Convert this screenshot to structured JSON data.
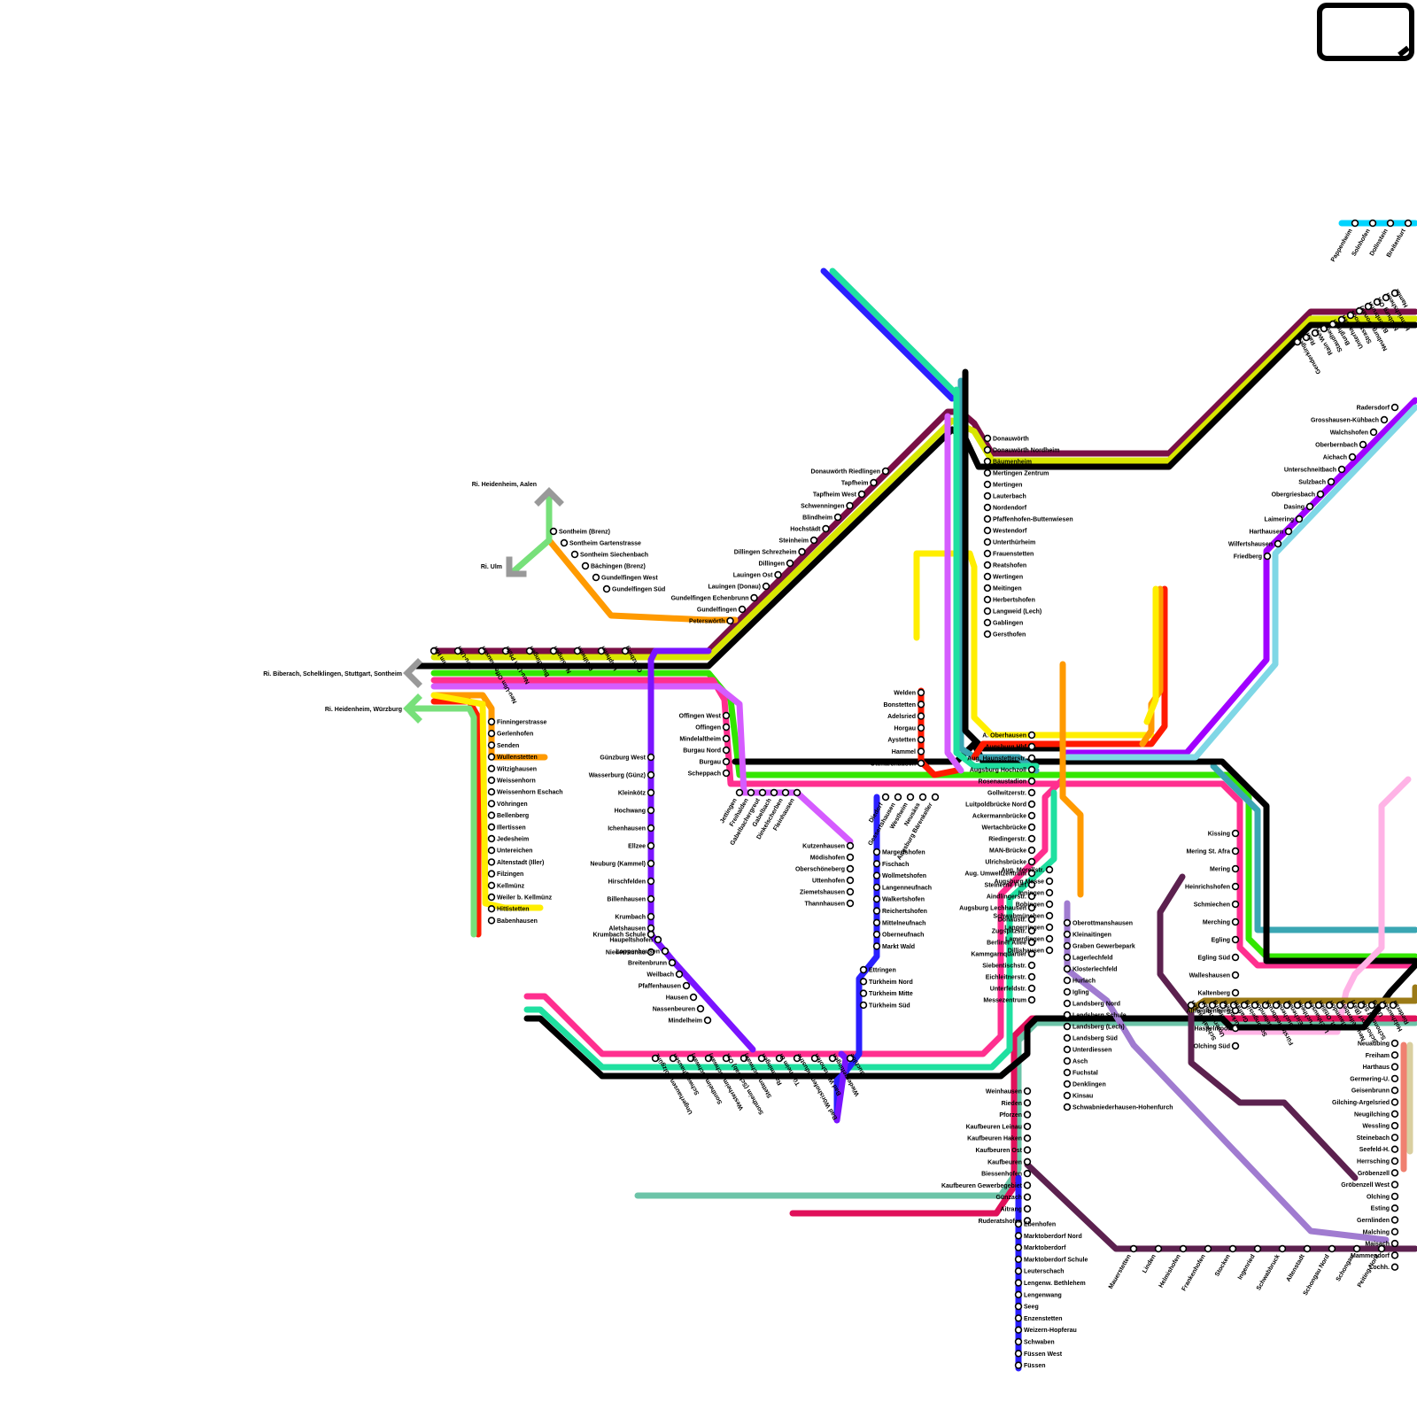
{
  "colors": {
    "black": "#000000",
    "maroon": "#7a0f45",
    "lime_yellow": "#d8e600",
    "green": "#33e600",
    "magenta": "#ff2f8f",
    "violet": "#7a14ff",
    "pink_violet": "#d55cff",
    "teal": "#3aa6b3",
    "mint": "#1fe0a0",
    "orange": "#ff9a00",
    "red": "#ff1a00",
    "yellow": "#ffee00",
    "purple": "#a000ff",
    "grey": "#999999",
    "light_green": "#77e07a",
    "light_blue": "#7fd7e6",
    "brown": "#9b7a17",
    "cyan": "#00d4ff",
    "plum": "#5c214f",
    "lavender": "#a07bd0",
    "light_pink": "#ffb3e6",
    "seafoam": "#6cc4a8",
    "crimson": "#e0105a",
    "blue": "#2a1fff",
    "salmon": "#f08070",
    "khaki": "#d9cfa0"
  },
  "arrows": [
    {
      "label": "Ri. Biberach, Schelklingen, Stuttgart, Sontheim",
      "color": "grey"
    },
    {
      "label": "Ri. Heidenheim, Würzburg",
      "color": "light_green"
    },
    {
      "label": "Ri. Heidenheim, Aalen",
      "color": "grey"
    },
    {
      "label": "Ri. Ulm",
      "color": "grey"
    }
  ],
  "stations": {
    "ulm_region": [
      "Ulm Hbf",
      "Neu-Ulm",
      "Neu-Ulm Offenhausen",
      "Neu-Ulm Pfuhl",
      "Burlafingen",
      "Nersingen",
      "Fahlheim",
      "Leipheim",
      "Günzburg"
    ],
    "iller_valley": [
      "Finningerstrasse",
      "Gerlenhofen",
      "Senden",
      "Wullenstetten",
      "Witzighausen",
      "Weissenhorn",
      "Weissenhorn Eschach",
      "Vöhringen",
      "Bellenberg",
      "Illertissen",
      "Jedesheim",
      "Untereichen",
      "Altenstadt (Iller)",
      "Filzingen",
      "Kellmünz",
      "Weiler b. Kellmünz",
      "Hittistetten",
      "Babenhausen"
    ],
    "brenz_valley": [
      "Sontheim (Brenz)",
      "Sontheim Gartenstrasse",
      "Sontheim Siechenbach",
      "Bächingen (Brenz)",
      "Gundelfingen West",
      "Gundelfingen Süd"
    ],
    "donau_line": [
      "Donauwörth Riedlingen",
      "Tapfheim",
      "Tapfheim West",
      "Schwenningen",
      "Blindheim",
      "Hochstädt",
      "Steinheim",
      "Dillingen Schrezheim",
      "Dillingen",
      "Lauingen Ost",
      "Lauingen (Donau)",
      "Gundelfingen Echenbrunn",
      "Gundelfingen",
      "Peterswörth"
    ],
    "mindel_valley": [
      "Offingen West",
      "Offingen",
      "Mindelaltheim",
      "Burgau Nord",
      "Burgau",
      "Scheppach",
      "Jettingen",
      "Freihalden",
      "Gabelbachergreut",
      "Gabelbach",
      "Dinkelscherben",
      "Fleinhausen",
      "Kutzenhausen",
      "Mödishofen",
      "Oberschöneberg",
      "Uttenhofen",
      "Ziemetshausen",
      "Thannhausen"
    ],
    "guenz_valley": [
      "Günzburg West",
      "Wasserburg (Günz)",
      "Kleinkötz",
      "Hochwang",
      "Ichenhausen",
      "Ellzee",
      "Neuburg (Kammel)",
      "Hirschfelden",
      "Billenhausen",
      "Krumbach",
      "Krumbach Schule",
      "Niederraunau",
      "Aletshausen",
      "Haupeltshofen",
      "Loppenhausen",
      "Breitenbrunn",
      "Weilbach",
      "Pfaffenhausen",
      "Hausen",
      "Nassenbeuren",
      "Mindelheim"
    ],
    "unterallgaeu": [
      "Ungerhausen-Holzgünz",
      "Schwaighausen",
      "Sontheim (Schwab)",
      "Westerheim (Schwab)",
      "Sontheim (Schwab) Ost",
      "Stetten (Schwab)",
      "Rammingen",
      "Türkheim Bf",
      "Bad Wörishofen Industrie",
      "Bad Wörishofen",
      "Wiedergeltingen",
      "Buchloe"
    ],
    "staudenbahn": [
      "Margertshofen",
      "Fischach",
      "Wollmetshofen",
      "Langenneufnach",
      "Walkertshofen",
      "Reichertshofen",
      "Mittelneufnach",
      "Oberneufnach",
      "Markt Wald",
      "Ettringen",
      "Türkheim Nord",
      "Türkheim Mitte",
      "Türkheim Süd"
    ],
    "augsburg_west": [
      "Diedorf",
      "Gessertshausen",
      "Westheim",
      "Neusäss",
      "Augsburg Bärenkeller",
      "Aug. Morellstr.",
      "Augsburg Messe",
      "Inningen",
      "Bobingen",
      "Schwabmünchen",
      "Langerringen",
      "Lamerdingen",
      "Dillishausen"
    ],
    "lech_north": [
      "Donauwörth",
      "Donauwörth Nordheim",
      "Bäumenheim",
      "Mertingen Zentrum",
      "Mertingen",
      "Lauterbach",
      "Nordendorf",
      "Pfaffenhofen-Buttenwiesen",
      "Westendorf",
      "Unterthürheim",
      "Frauenstetten",
      "Reatshofen",
      "Wertingen",
      "Meitingen",
      "Herbertshofen",
      "Langweid (Lech)",
      "Gablingen",
      "Gersthofen"
    ],
    "zusam_valley": [
      "Welden",
      "Bonstetten",
      "Adelsried",
      "Horgau",
      "Aystetten",
      "Hammel",
      "Ottmarshausen"
    ],
    "augsburg_city": [
      "A. Oberhausen",
      "Augsburg Hbf",
      "Aug. Haunstetterstr.",
      "Augsburg Hochzoll",
      "Rosenaustadion",
      "Gollwitzerstr.",
      "Luitpoldbrücke Nord",
      "Ackermannbrücke",
      "Wertachbrücke",
      "Riedingerstr.",
      "MAN-Brücke",
      "Ulrichsbrücke",
      "Aug. Umweltzentrum",
      "Steinerne Furt",
      "Aindlingerstr.",
      "Augsburg Lechhausen",
      "Donaustr.",
      "Zugspitzstr.",
      "Berliner Allee",
      "Kammgarnquartier",
      "Siebentischstr.",
      "Eichleitnerstr.",
      "Unterfeldstr.",
      "Messezentrum"
    ],
    "lechfeld": [
      "Oberottmanshausen",
      "Kleinaitingen",
      "Graben Gewerbepark",
      "Lagerlechfeld",
      "Klosterlechfeld",
      "Hurlach",
      "Igling",
      "Landsberg Nord",
      "Landsberg Schule",
      "Landsberg (Lech)",
      "Landsberg Süd",
      "Unterdiessen",
      "Asch",
      "Fuchstal",
      "Denklingen",
      "Kinsau",
      "Schwabniederhausen-Hohenfurch"
    ],
    "paartal": [
      "Kissing",
      "Mering St. Afra",
      "Mering",
      "Heinrichshofen",
      "Schmiechen",
      "Merching",
      "Egling",
      "Egling Süd",
      "Walleshausen",
      "Kaltenberg",
      "Althegnenberg",
      "Haspelmoor",
      "Olching Süd"
    ],
    "ammersee": [
      "Schwabhausen",
      "Unterwindach",
      "Kaufering",
      "Türkenfeld",
      "Grafrath",
      "Schöngeising",
      "Geltendorf",
      "Fürstenfeldbruck",
      "Buchenau",
      "Eichenau",
      "Puchheim",
      "Lochhausen",
      "St. Ottilien",
      "Pflaumdorf",
      "Neugreifenberg",
      "Schondorf (Bay)",
      "Schondorf Süd",
      "Utting",
      "Holzhausen",
      "Riederau"
    ],
    "muenchen_west": [
      "Neuaubing",
      "Freiham",
      "Harthaus",
      "Germering-U.",
      "Geisenbrunn",
      "Gilching-Argelsried",
      "Neugilching",
      "Wessling",
      "Steinebach",
      "Seefeld-H.",
      "Herrsching",
      "Gröbenzell",
      "Gröbenzell West",
      "Olching",
      "Esting",
      "Gernlinden",
      "Malching",
      "Maisach",
      "Mammendorf",
      "Lochh."
    ],
    "paar_north": [
      "Radersdorf",
      "Grosshausen-Kühbach",
      "Walchshofen",
      "Oberbernbach",
      "Aichach",
      "Unterschneitbach",
      "Sulzbach",
      "Obergriesbach",
      "Dasing",
      "Laimering",
      "Harthausen",
      "Wilfertshausen",
      "Friedberg"
    ],
    "ingolstadt_line": [
      "Genderkingen",
      "Rain",
      "Rain West",
      "Staudheim",
      "Burgheim",
      "Unterhausen",
      "Strass-Moos",
      "Neuburg (Donau)",
      "Bittenbrunn",
      "Neuburg Ost",
      "Heinrichsheim",
      "Hamlar"
    ],
    "pappenheim": [
      "Pappenheim",
      "Solnhofen",
      "Dollnstein",
      "Breitenfurt"
    ],
    "kaufbeuren": [
      "Weinhausen",
      "Rieden",
      "Pforzen",
      "Kaufbeuren Leinau",
      "Kaufbeuren Haken",
      "Kaufbeuren Ost",
      "Kaufbeuren",
      "Biessenhofen",
      "Kaufbeuren Gewerbegebiet",
      "Günzach",
      "Aitrang",
      "Ruderatshofen"
    ],
    "fuessen": [
      "Ebenhofen",
      "Marktoberdorf Nord",
      "Marktoberdorf",
      "Marktoberdorf Schule",
      "Leuterschach",
      "Lengenw. Bethlehem",
      "Lengenwang",
      "Seeg",
      "Enzenstetten",
      "Weizern-Hopferau",
      "Schwaben",
      "Füssen West",
      "Füssen"
    ],
    "schongau": [
      "Mauerstetten",
      "Linden",
      "Helmishofen",
      "Frankenhofen",
      "Stocken",
      "Ingenried",
      "Schwabbruck",
      "Altenstadt",
      "Schongau Nord",
      "Schongau",
      "Peiting Nord"
    ]
  }
}
